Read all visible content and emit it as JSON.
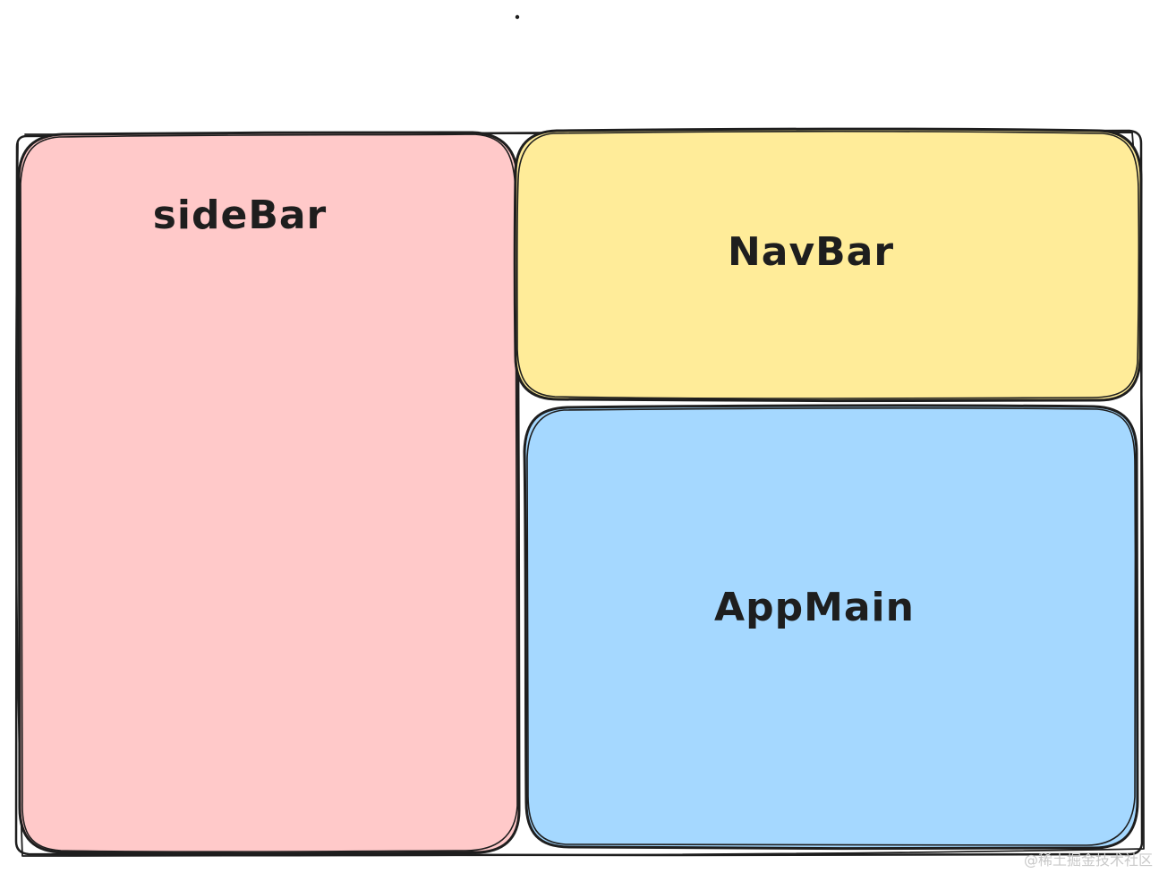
{
  "colors": {
    "sidebar_fill": "#ffc9c9",
    "navbar_fill": "#ffec99",
    "appmain_fill": "#a5d8ff",
    "stroke": "#1e1e1e",
    "background": "#ffffff"
  },
  "diagram": {
    "container": {
      "contains": [
        "sideBar",
        "NavBar",
        "AppMain"
      ]
    },
    "boxes": [
      {
        "id": "sidebar",
        "label": "sideBar",
        "color": "#ffc9c9"
      },
      {
        "id": "navbar",
        "label": "NavBar",
        "color": "#ffec99"
      },
      {
        "id": "appmain",
        "label": "AppMain",
        "color": "#a5d8ff"
      }
    ]
  },
  "watermark": "@稀土掘金技术社区"
}
